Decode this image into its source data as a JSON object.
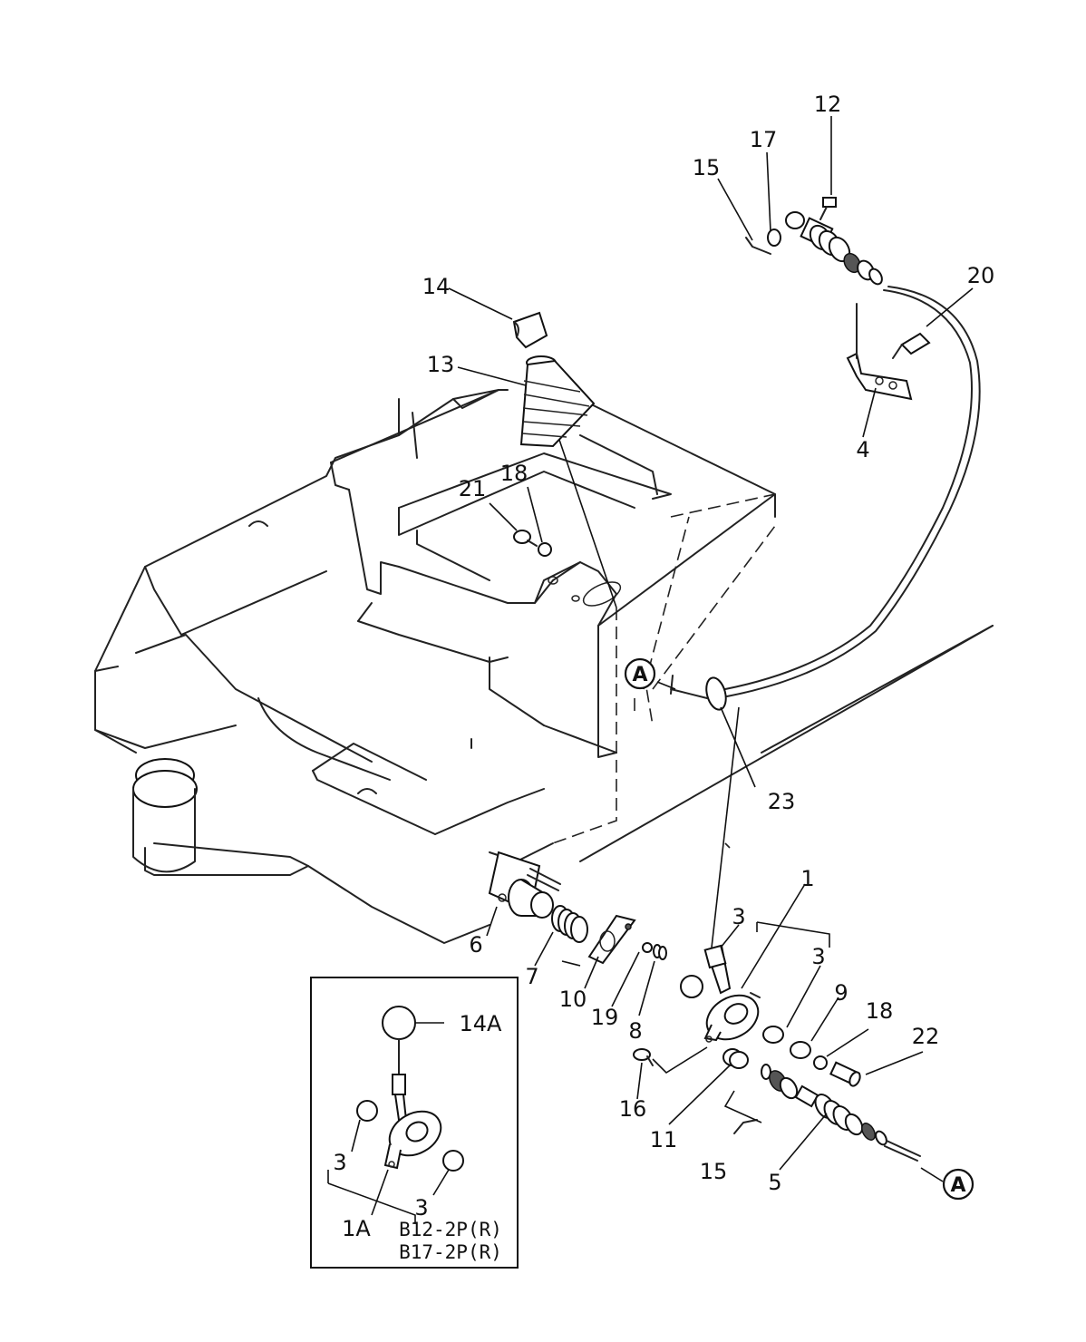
{
  "labels": {
    "p1": "1",
    "p1A": "1A",
    "p3a": "3",
    "p3b": "3",
    "p3c": "3",
    "p3d": "3",
    "p4": "4",
    "p5": "5",
    "p6": "6",
    "p7": "7",
    "p8": "8",
    "p9": "9",
    "p10": "10",
    "p11": "11",
    "p12": "12",
    "p13": "13",
    "p14": "14",
    "p14A": "14A",
    "p15a": "15",
    "p15b": "15",
    "p16": "16",
    "p17": "17",
    "p18a": "18",
    "p18b": "18",
    "p19": "19",
    "p20": "20",
    "p21": "21",
    "p22": "22",
    "p23": "23",
    "refA1": "A",
    "refA2": "A"
  },
  "inset": {
    "model_line1": "B12-2P(R)",
    "model_line2": "B17-2P(R)"
  }
}
